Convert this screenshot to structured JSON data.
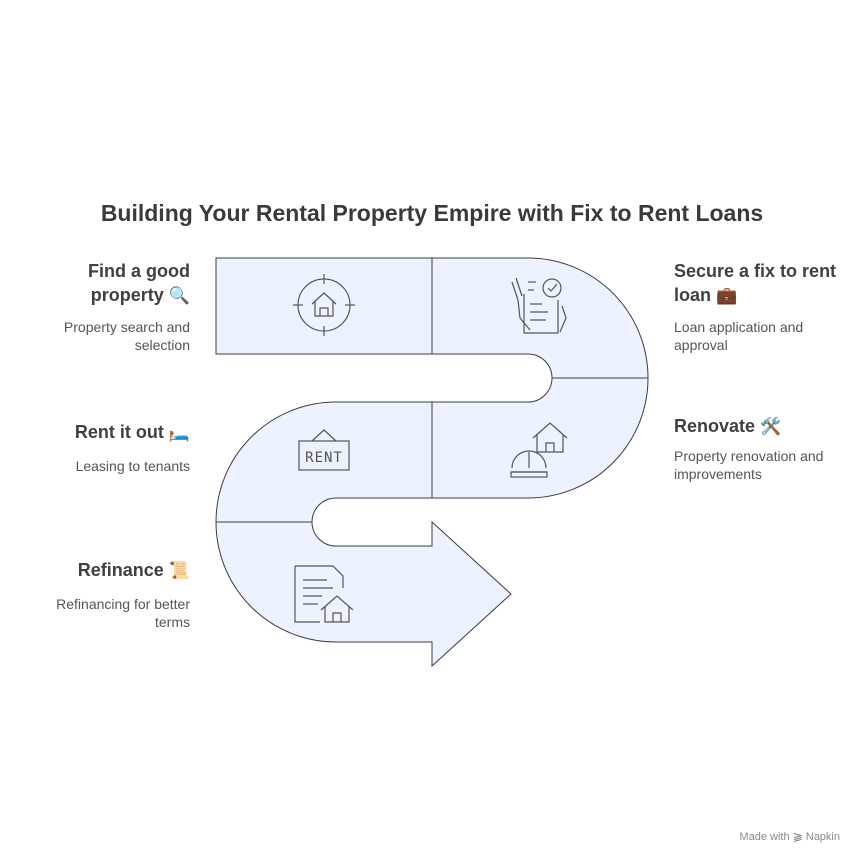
{
  "title": "Building Your Rental Property Empire with Fix to Rent Loans",
  "steps": [
    {
      "title": "Find a good property",
      "emoji": "🔍",
      "desc": "Property search and selection"
    },
    {
      "title": "Secure a fix to rent loan",
      "emoji": "💼",
      "desc": "Loan application and approval"
    },
    {
      "title": "Renovate",
      "emoji": "🛠️",
      "desc": "Property renovation and improvements"
    },
    {
      "title": "Rent it out",
      "emoji": "🛏️",
      "desc": "Leasing to tenants"
    },
    {
      "title": "Refinance",
      "emoji": "📜",
      "desc": "Refinancing for better terms"
    }
  ],
  "icons": {
    "sign_text": "RENT"
  },
  "footer": {
    "prefix": "Made with",
    "brand": "Napkin"
  },
  "colors": {
    "fill": "#ecf2ff",
    "stroke": "#3c3c3c"
  }
}
